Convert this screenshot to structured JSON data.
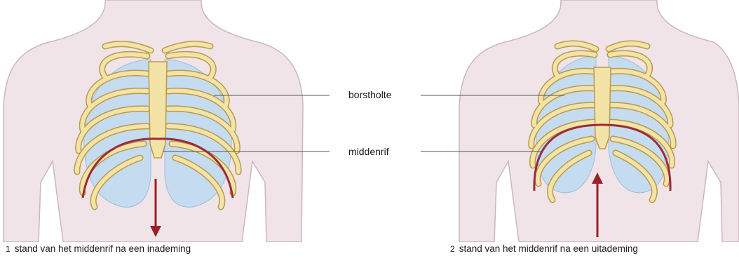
{
  "labels": {
    "chest_cavity": "borstholte",
    "diaphragm": "middenrif"
  },
  "captions": [
    {
      "number": "1",
      "text": "stand van het middenrif na een inademing"
    },
    {
      "number": "2",
      "text": "stand van het middenrif na een uitademing"
    }
  ],
  "colors": {
    "body": "#f0e4e8",
    "body_outline": "#c9b8bd",
    "bone": "#f3e3a6",
    "bone_outline": "#b89a4a",
    "lung": "#c5dcf0",
    "diaphragm_line": "#9c2a3a",
    "arrow": "#9c1f2a",
    "leader_line": "#555555"
  },
  "icons": {
    "inhale_arrow": "arrow-down-icon",
    "exhale_arrow": "arrow-up-icon"
  }
}
